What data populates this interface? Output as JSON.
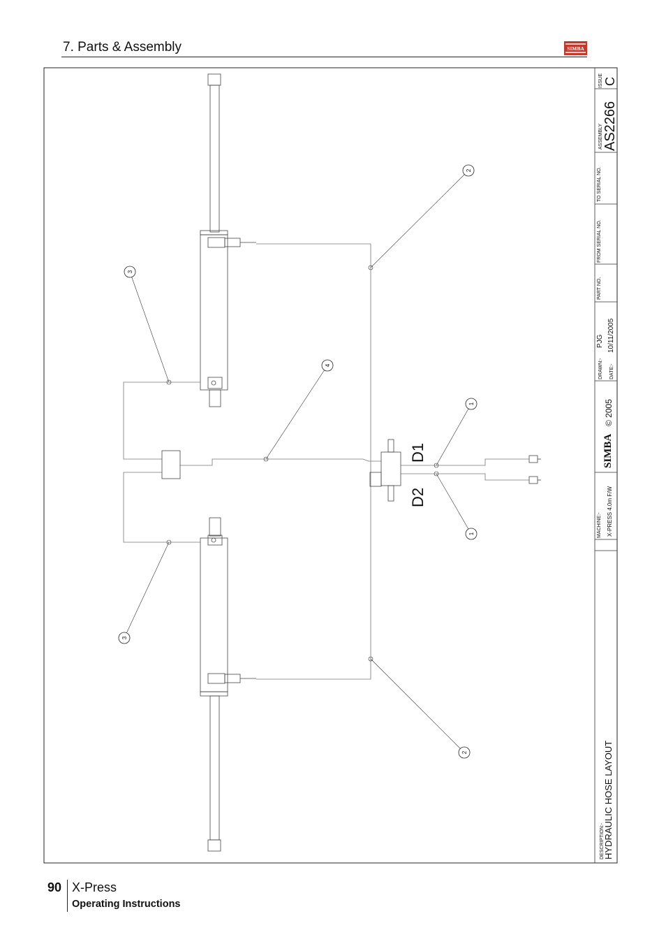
{
  "header": {
    "section_title": "7. Parts & Assembly"
  },
  "logo": {
    "text": "SIMBA",
    "color": "#c0392b"
  },
  "drawing": {
    "callouts": {
      "one": "1",
      "two": "2",
      "three": "3",
      "four": "4"
    },
    "ports": {
      "d1": "D1",
      "d2": "D2"
    },
    "title_block": {
      "issue_label": "ISSUE",
      "issue_value": "C",
      "assembly_label": "ASSEMBLY",
      "assembly_value": "AS2266",
      "to_serial_label": "TO SERIAL NO.",
      "from_serial_label": "FROM SERIAL NO.",
      "part_no_label": "PART NO.",
      "drawn_label": "DRAWN:-",
      "drawn_value": "PJG",
      "date_label": "DATE:-",
      "date_value": "10/11/2005",
      "copyright": "© 2005",
      "brand": "SIMBA",
      "machine_label": "MACHINE:-",
      "machine_value": "X-PRESS 4.0m F/W",
      "description_label": "DESCRIPTION:-",
      "description_value": "HYDRAULIC HOSE LAYOUT"
    }
  },
  "footer": {
    "page_number": "90",
    "product": "X-Press",
    "subtitle": "Operating Instructions"
  }
}
